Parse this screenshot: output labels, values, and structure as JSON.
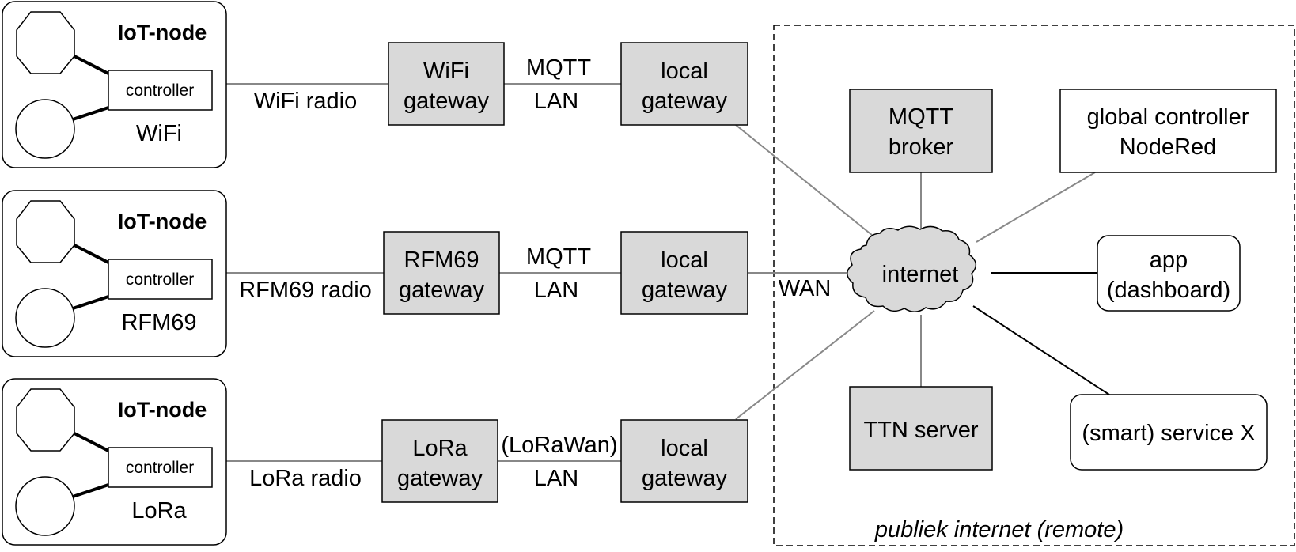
{
  "colors": {
    "box_fill_gray": "#d9d9d9",
    "box_fill_white": "#ffffff",
    "stroke": "#000000",
    "link_line": "#888888",
    "cloud_fill": "#d9d9d9"
  },
  "nodes": [
    {
      "title": "IoT-node",
      "controller_label": "controller",
      "type_label": "WiFi"
    },
    {
      "title": "IoT-node",
      "controller_label": "controller",
      "type_label": "RFM69"
    },
    {
      "title": "IoT-node",
      "controller_label": "controller",
      "type_label": "LoRa"
    }
  ],
  "radio_labels": [
    "WiFi radio",
    "RFM69 radio",
    "LoRa radio"
  ],
  "gateways": [
    {
      "line1": "WiFi",
      "line2": "gateway"
    },
    {
      "line1": "RFM69",
      "line2": "gateway"
    },
    {
      "line1": "LoRa",
      "line2": "gateway"
    }
  ],
  "lan_links": [
    {
      "line1": "MQTT",
      "line2": "LAN"
    },
    {
      "line1": "MQTT",
      "line2": "LAN"
    },
    {
      "line1": "(LoRaWan)",
      "line2": "LAN"
    }
  ],
  "local_gateways": [
    {
      "line1": "local",
      "line2": "gateway"
    },
    {
      "line1": "local",
      "line2": "gateway"
    },
    {
      "line1": "local",
      "line2": "gateway"
    }
  ],
  "wan_label": "WAN",
  "internet_label": "internet",
  "mqtt_broker": {
    "line1": "MQTT",
    "line2": "broker"
  },
  "global_controller": {
    "line1": "global controller",
    "line2": "NodeRed"
  },
  "app": {
    "line1": "app",
    "line2": "(dashboard)"
  },
  "ttn_server": {
    "label": "TTN server"
  },
  "smart_service": {
    "label": "(smart) service X"
  },
  "region_caption": "publiek internet (remote)"
}
